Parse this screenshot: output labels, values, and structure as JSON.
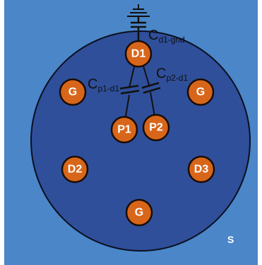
{
  "colors": {
    "outer_background": "#4a86c8",
    "die_fill": "#2f4f9a",
    "die_stroke": "#0b0f1f",
    "pin_fill": "#d8661a",
    "pin_stroke": "#1a0c05",
    "pin_text": "#ffffff",
    "wire": "#111111"
  },
  "pins": {
    "d1": "D1",
    "p1": "P1",
    "p2": "P2",
    "d2": "D2",
    "d3": "D3",
    "g_left": "G",
    "g_right": "G",
    "g_bottom": "G"
  },
  "capacitors": {
    "d1_gnd": {
      "main": "C",
      "sub": "d1-gnd"
    },
    "p1_d1": {
      "main": "C",
      "sub": "p1-d1"
    },
    "p2_d1": {
      "main": "C",
      "sub": "p2-d1"
    }
  },
  "region_label": "S"
}
